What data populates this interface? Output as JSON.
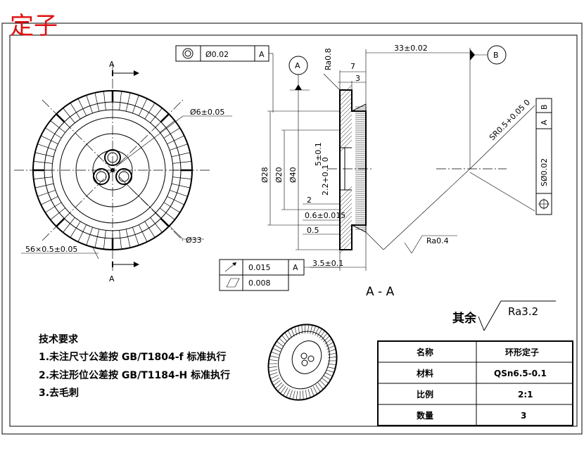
{
  "drawing": {
    "title": "定子",
    "section_label": "A - A",
    "view_arrow_label": "A",
    "datum_a": "A",
    "datum_b": "B"
  },
  "dimensions": {
    "hole_dia": "Ø6±0.05",
    "outer_dia": "Ø33",
    "slot": "56×0.5±0.05",
    "length_33": "33±0.02",
    "len_7": "7",
    "len_3": "3",
    "dia_28": "Ø28",
    "dia_20": "Ø20",
    "dia_40": "Ø40",
    "d_5": "5±0.1",
    "d_22": "2.2+0.1 0",
    "d_2": "2",
    "d_06": "0.6±0.015",
    "d_05": "0.5",
    "d_35": "3.5±0.1",
    "sphere": "SR0.5+0.05 0",
    "ra08": "Ra0.8",
    "ra04": "Ra0.4"
  },
  "tolerances": {
    "concentric": {
      "symbol": "◎",
      "value": "Ø0.02",
      "datum": "A"
    },
    "runout": {
      "value": "0.015",
      "datum": "A"
    },
    "flatness": {
      "value": "0.008"
    },
    "position": {
      "value": "SØ0.02",
      "datum1": "A",
      "datum2": "B"
    }
  },
  "roughness": {
    "label": "其余",
    "value": "Ra3.2"
  },
  "notes": {
    "heading": "技术要求",
    "items": [
      "1.未注尺寸公差按 GB/T1804-f 标准执行",
      "2.未注形位公差按 GB/T1184-H 标准执行",
      "3.去毛刺"
    ]
  },
  "title_block": {
    "rows": [
      {
        "label": "名称",
        "value": "环形定子"
      },
      {
        "label": "材料",
        "value": "QSn6.5-0.1"
      },
      {
        "label": "比例",
        "value": "2:1"
      },
      {
        "label": "数量",
        "value": "3"
      }
    ]
  }
}
